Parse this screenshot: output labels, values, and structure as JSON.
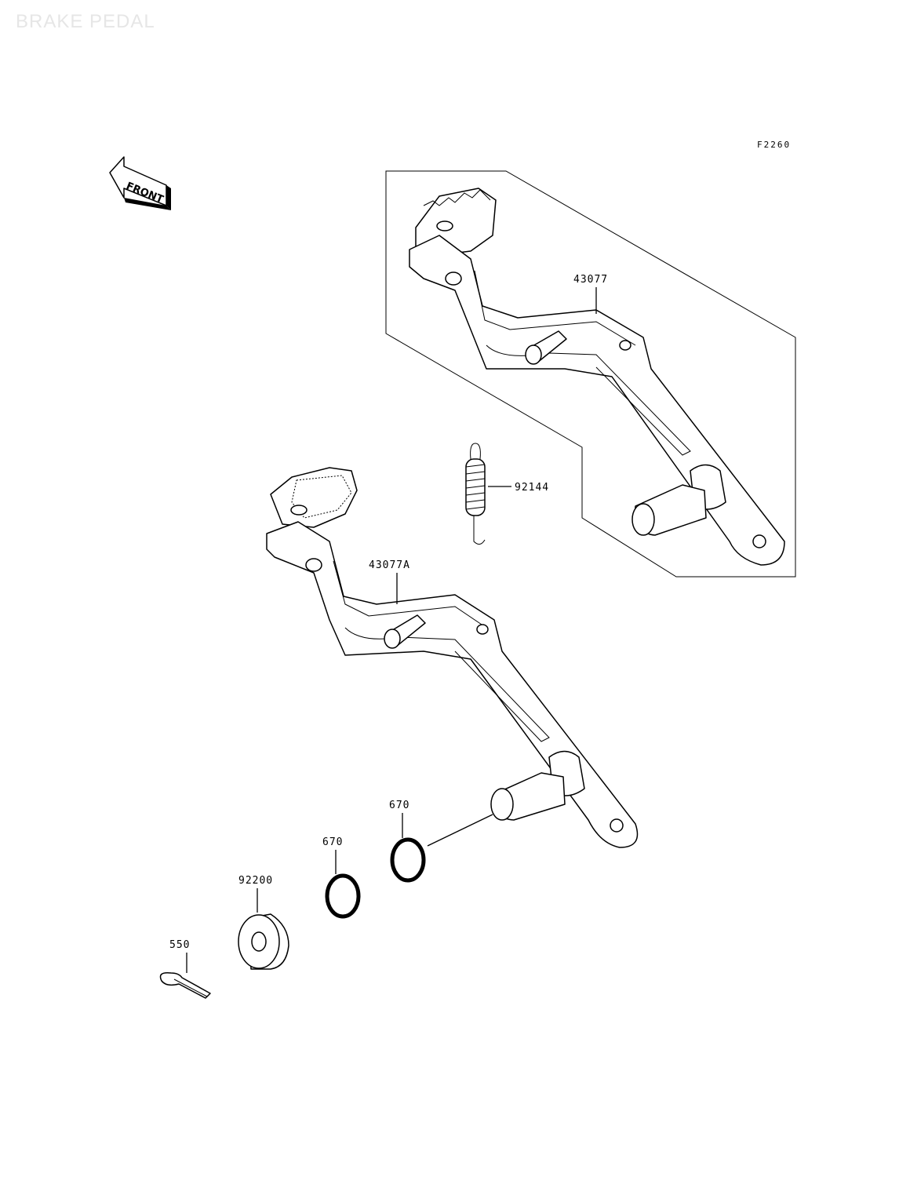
{
  "page": {
    "title": "BRAKE PEDAL",
    "figure_code": "F2260"
  },
  "front_arrow": {
    "label": "FRONT"
  },
  "callouts": [
    {
      "id": "c1",
      "text": "43077"
    },
    {
      "id": "c2",
      "text": "92144"
    },
    {
      "id": "c3",
      "text": "43077A"
    },
    {
      "id": "c4",
      "text": "670"
    },
    {
      "id": "c5",
      "text": "670"
    },
    {
      "id": "c6",
      "text": "92200"
    },
    {
      "id": "c7",
      "text": "550"
    }
  ]
}
